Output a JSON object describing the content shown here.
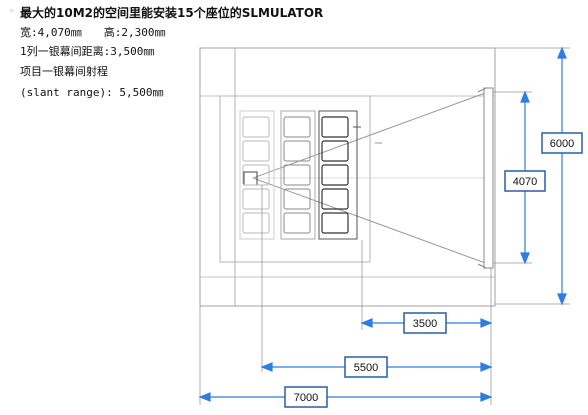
{
  "header": {
    "title": "最大的10M2的空间里能安装15个座位的SLMULATOR",
    "width_label": "宽:4,070㎜",
    "height_label": "高:2,300㎜",
    "row1_distance": "1列一银幕间距离:3,500㎜",
    "project_label": "项目一银幕间射程",
    "slant_range": "(slant range): 5,500㎜"
  },
  "dimensions": {
    "total_height": "6000",
    "screen_width": "4070",
    "row1_to_screen": "3500",
    "slant_range": "5500",
    "total_length": "7000"
  },
  "colors": {
    "dimension_line": "#2e7de0",
    "box_border": "#2b5ca8",
    "outline": "#a0a0a0",
    "seat_dark": "#333333",
    "seat_light": "#b8b8b8"
  },
  "diagram": {
    "seat_rows": 3,
    "seats_per_row": 5,
    "total_seats": 15
  }
}
